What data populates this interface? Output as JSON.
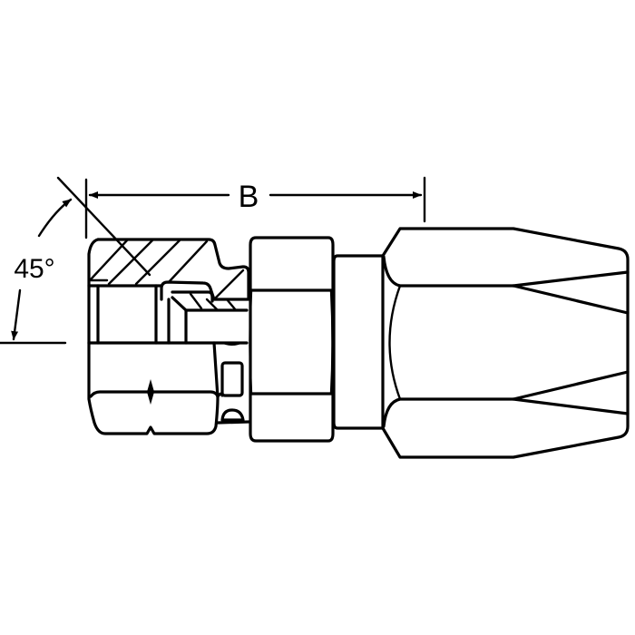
{
  "diagram": {
    "type": "technical-drawing",
    "subject": "hose fitting, female swivel",
    "line_color": "#000000",
    "background": "#ffffff",
    "dimensions": {
      "length_label": "B",
      "angle_label": "45°"
    }
  }
}
